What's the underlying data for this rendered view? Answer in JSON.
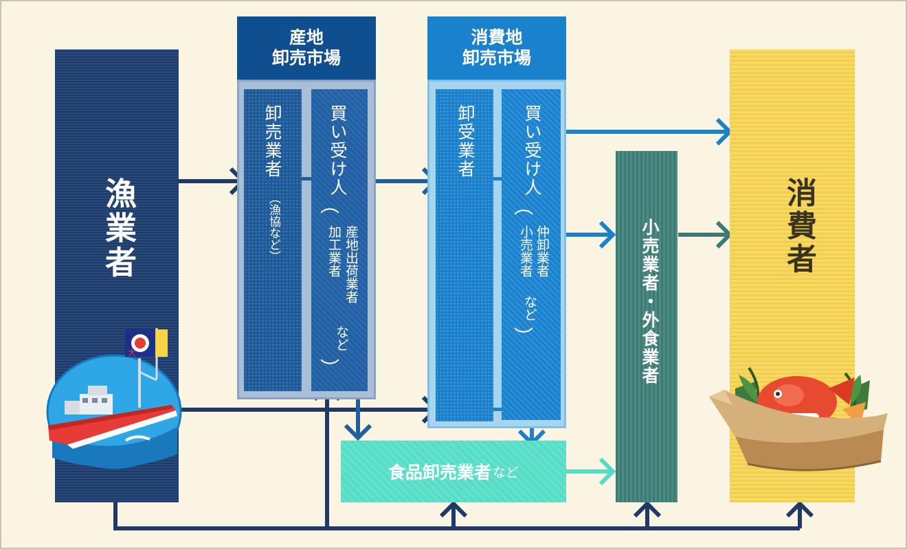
{
  "fishermen": {
    "label": "漁業者"
  },
  "origin_market": {
    "title_line1": "産地",
    "title_line2": "卸売市場",
    "wholesaler": {
      "label": "卸売業者",
      "note": "（漁協など）"
    },
    "buyer": {
      "label": "買い受け人",
      "paren_open": "（",
      "note_line1": "産地出荷業者",
      "note_line2": "加工業者",
      "note_line3": "など",
      "paren_close": "）"
    }
  },
  "consumer_market": {
    "title_line1": "消費地",
    "title_line2": "卸売市場",
    "wholesaler": {
      "label": "卸受業者"
    },
    "buyer": {
      "label": "買い受け人",
      "paren_open": "（",
      "note_line1": "仲卸業者",
      "note_line2": "小売業者",
      "note_line3": "など",
      "paren_close": "）"
    }
  },
  "food_wholesaler": {
    "label_main": "食品卸売業者",
    "label_suffix": "など"
  },
  "retailers": {
    "label": "小売業者・外食業者"
  },
  "consumers": {
    "label": "消費者"
  },
  "illustrations": {
    "fishing_boat": "fishing-boat-illustration",
    "sashimi_boat": "sashimi-boat-illustration"
  },
  "colors": {
    "background": "#faf4e2",
    "navy": "#1f3a66",
    "origin_blue": "#0f4f8f",
    "consumer_blue": "#1a82cc",
    "mint": "#56dcc6",
    "teal": "#3d7a73",
    "yellow": "#f3cf4c"
  }
}
